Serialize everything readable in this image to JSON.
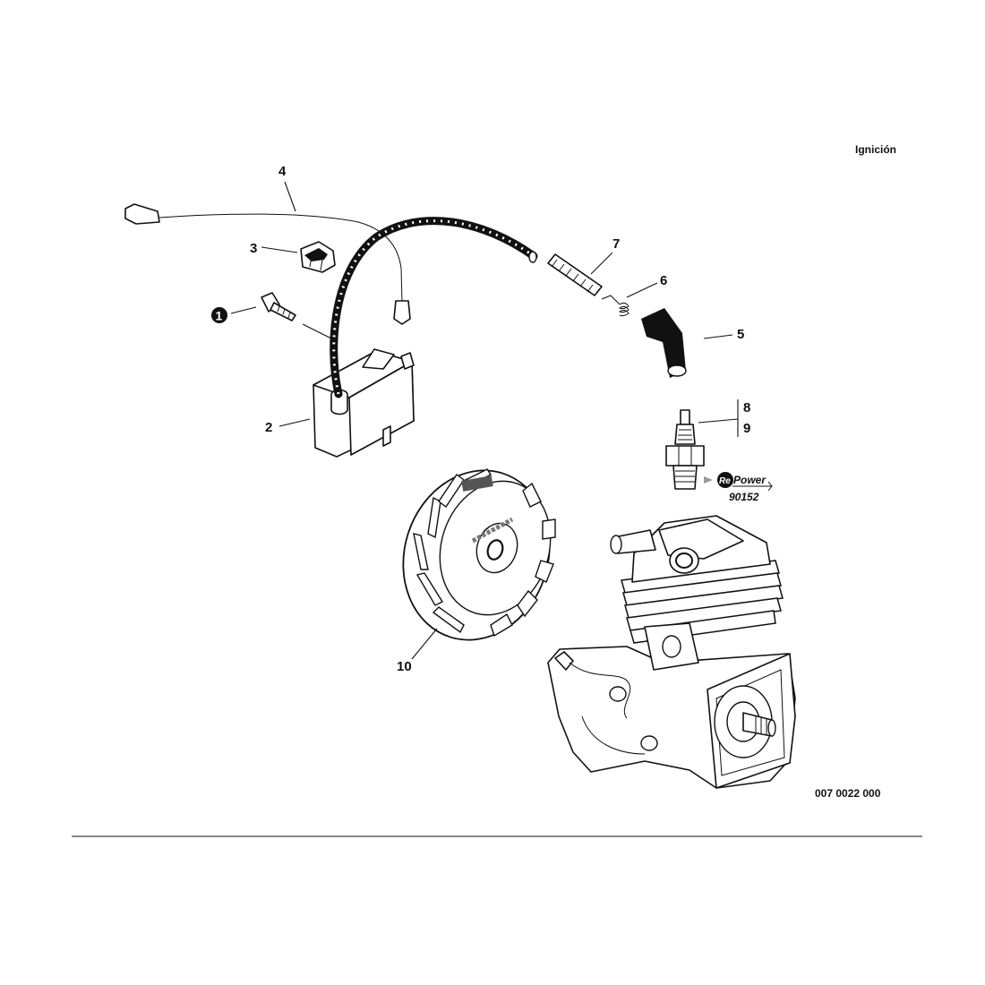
{
  "section_title": "Ignición",
  "drawing_number": "007 0022 000",
  "repower": {
    "brand": "RePower",
    "brand_prefix": "Re",
    "brand_suffix": "Power",
    "part_number": "90152"
  },
  "callouts": [
    {
      "id": "1",
      "part": "bolt",
      "circled": true
    },
    {
      "id": "2",
      "part": "ignition-coil"
    },
    {
      "id": "3",
      "part": "wire-clip"
    },
    {
      "id": "4",
      "part": "ground-wire"
    },
    {
      "id": "5",
      "part": "spark-plug-boot"
    },
    {
      "id": "6",
      "part": "spring-terminal"
    },
    {
      "id": "7",
      "part": "sleeve"
    },
    {
      "id": "8",
      "part": "spark-plug"
    },
    {
      "id": "9",
      "part": "spark-plug"
    },
    {
      "id": "10",
      "part": "flywheel"
    }
  ]
}
